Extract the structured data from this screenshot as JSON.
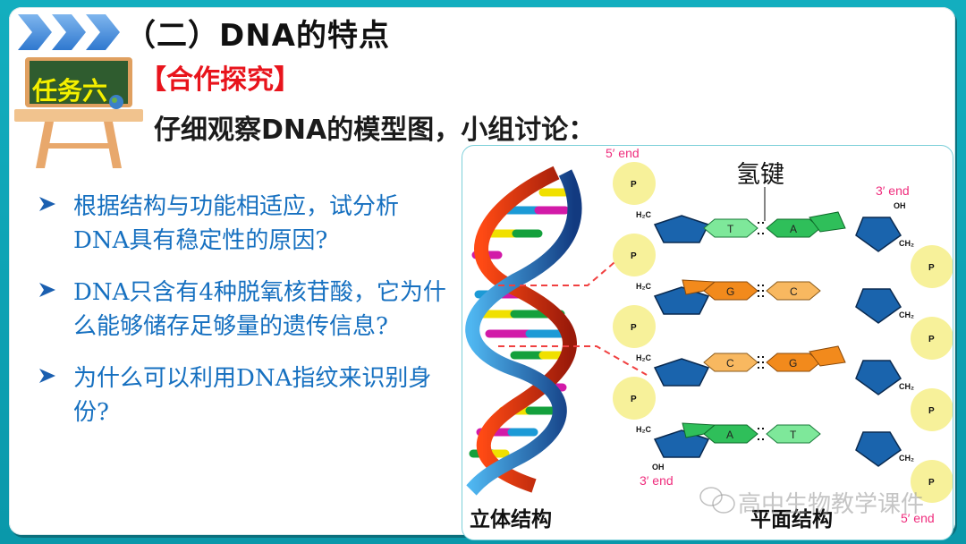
{
  "slide": {
    "title": "（二）DNA的特点",
    "task_badge": "任务六",
    "section_tag": "【合作探究】",
    "instruction": "仔细观察DNA的模型图，小组讨论：",
    "questions": [
      {
        "text": "根据结构与功能相适应，试分析DNA具有稳定性的原因?"
      },
      {
        "text": "DNA只含有4种脱氧核苷酸，它为什么能够储存足够量的遗传信息?"
      },
      {
        "text": "为什么可以利用DNA指纹来识别身份?"
      }
    ]
  },
  "diagram": {
    "label_3d": "立体结构",
    "label_flat": "平面结构",
    "hydrogen_bond_label": "氢键",
    "ends": {
      "top_left": "5′ end",
      "top_right": "3′ end",
      "bottom_left": "3′ end",
      "bottom_right": "5′ end"
    },
    "base_pairs": [
      {
        "left": "T",
        "right": "A"
      },
      {
        "left": "G",
        "right": "C"
      },
      {
        "left": "C",
        "right": "G"
      },
      {
        "left": "A",
        "right": "T"
      }
    ],
    "watermark": "高中生物教学课件"
  },
  "colors": {
    "frame": "#0fa3b5",
    "title": "#111111",
    "section_tag": "#e8141c",
    "question_text": "#1670c0",
    "end_label": "#ef2d7d",
    "sugar": "#1a64ad",
    "purine_AT": "#2fbf5a",
    "pyrimidine_T": "#7ee89a",
    "purine_G": "#f28a1c",
    "pyrimidine_C": "#f8b860",
    "phosphate": "#f7f19a"
  }
}
